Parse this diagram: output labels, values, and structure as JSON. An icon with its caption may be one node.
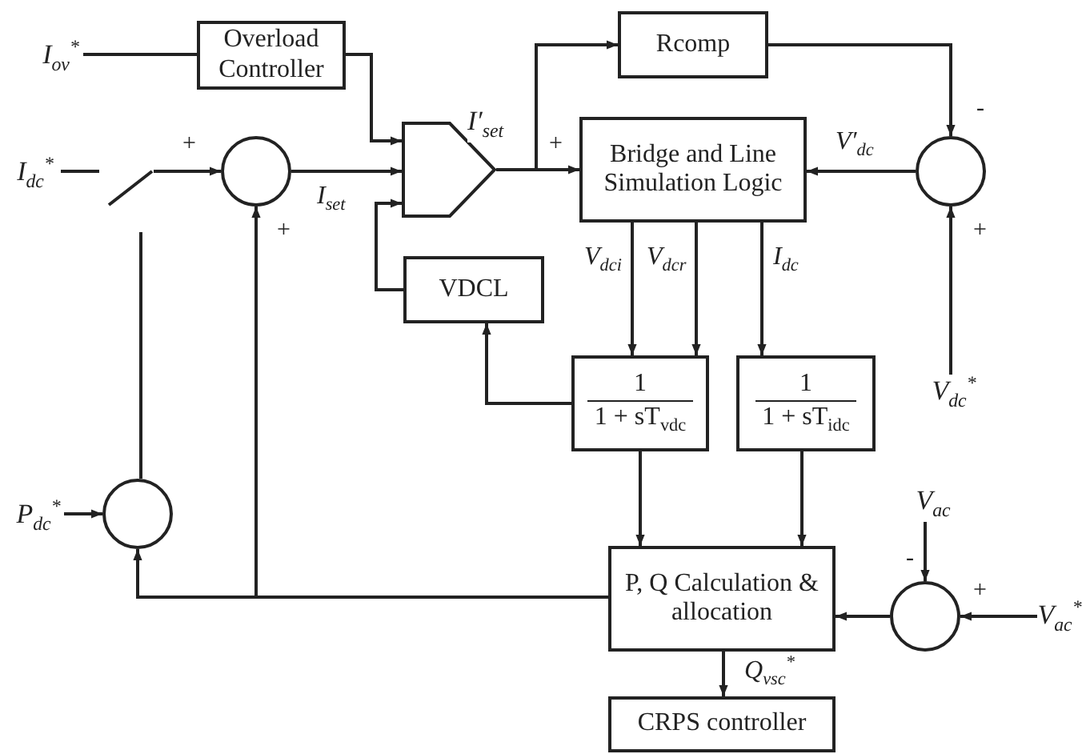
{
  "diagram": {
    "nodes": [
      {
        "text": [
          "I$_{ov}$$^{*}$"
        ]
      },
      {
        "text": [
          "Overload Controller"
        ]
      },
      {
        "text": [
          "I$_{dc}$$^{*}$"
        ]
      },
      {
        "text": [],
        "shape": "switch"
      },
      {
        "text": [],
        "shape": "circle"
      },
      {
        "text": [],
        "shape": "pentagon",
        "beside": [
          "I′$_{set}$"
        ]
      },
      {
        "text": [
          "Rcomp"
        ]
      },
      {
        "text": [
          "Bridge and Line Simulation Logic"
        ]
      },
      {
        "text": [],
        "shape": "circle"
      },
      {
        "text": [
          "V$_{dc}$$^{*}$"
        ]
      },
      {
        "text": [
          "VDCL"
        ]
      },
      {
        "text": [
          "1",
          "1 + sT$_{vdc}$"
        ]
      },
      {
        "text": [
          "1",
          "1 + sT$_{idc}$"
        ]
      },
      {
        "text": [
          "P$_{dc}$$^{*}$"
        ]
      },
      {
        "text": [],
        "shape": "circle"
      },
      {
        "text": [
          "P, Q Calculation & allocation"
        ]
      },
      {
        "text": [],
        "shape": "circle"
      },
      {
        "text": [
          "V$_{ac}$"
        ]
      },
      {
        "text": [
          "V$_{ac}$$^{*}$"
        ]
      },
      {
        "text": [
          "CRPS controller"
        ]
      }
    ],
    "edges": [
      {
        "from": 0,
        "to": 1,
        "arrow": "none"
      },
      {
        "from": 1,
        "to": 5,
        "arrow": "to"
      },
      {
        "from": 2,
        "to": 3,
        "arrow": "none"
      },
      {
        "from": 3,
        "to": 4,
        "arrow": "to",
        "label": "+"
      },
      {
        "from": 4,
        "to": 5,
        "arrow": "to",
        "label": "I$_{set}$"
      },
      {
        "from": 10,
        "to": 5,
        "arrow": "to"
      },
      {
        "from": 5,
        "to": 6,
        "arrow": "to"
      },
      {
        "from": 5,
        "to": 7,
        "arrow": "to",
        "label": "+"
      },
      {
        "from": 6,
        "to": 8,
        "arrow": "to",
        "label": "-"
      },
      {
        "from": 8,
        "to": 7,
        "arrow": "to",
        "label": "V′$_{dc}$"
      },
      {
        "from": 9,
        "to": 8,
        "arrow": "to",
        "label": "+"
      },
      {
        "from": 7,
        "to": 11,
        "arrow": "to",
        "label": "V$_{dci}$"
      },
      {
        "from": 7,
        "to": 11,
        "arrow": "to",
        "label": "V$_{dcr}$"
      },
      {
        "from": 7,
        "to": 12,
        "arrow": "to",
        "label": "I$_{dc}$"
      },
      {
        "from": 11,
        "to": 10,
        "arrow": "to"
      },
      {
        "from": 11,
        "to": 15,
        "arrow": "to"
      },
      {
        "from": 12,
        "to": 15,
        "arrow": "to"
      },
      {
        "from": 15,
        "to": 14,
        "arrow": "to"
      },
      {
        "from": 15,
        "to": 4,
        "arrow": "to",
        "label": "+"
      },
      {
        "from": 13,
        "to": 14,
        "arrow": "to"
      },
      {
        "from": 14,
        "to": 3,
        "arrow": "none"
      },
      {
        "from": 18,
        "to": 16,
        "arrow": "to",
        "label": "+"
      },
      {
        "from": 17,
        "to": 16,
        "arrow": "to",
        "label": "-"
      },
      {
        "from": 16,
        "to": 15,
        "arrow": "to"
      },
      {
        "from": 15,
        "to": 19,
        "arrow": "to",
        "label": "Q$_{vsc}$$^{*}$"
      }
    ]
  }
}
